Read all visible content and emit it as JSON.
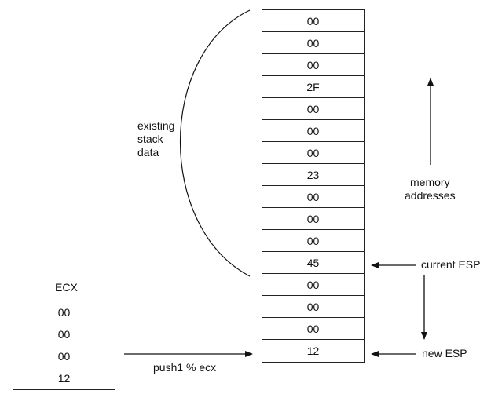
{
  "stack": {
    "cells": [
      "00",
      "00",
      "00",
      "2F",
      "00",
      "00",
      "00",
      "23",
      "00",
      "00",
      "00",
      "45",
      "00",
      "00",
      "00",
      "12"
    ]
  },
  "ecx": {
    "title": "ECX",
    "cells": [
      "00",
      "00",
      "00",
      "12"
    ]
  },
  "labels": {
    "existing_stack_data": "existing\nstack\ndata",
    "memory_addresses": "memory\naddresses",
    "current_esp": "current ESP",
    "new_esp": "new ESP",
    "push_instruction": "push1 % ecx"
  }
}
